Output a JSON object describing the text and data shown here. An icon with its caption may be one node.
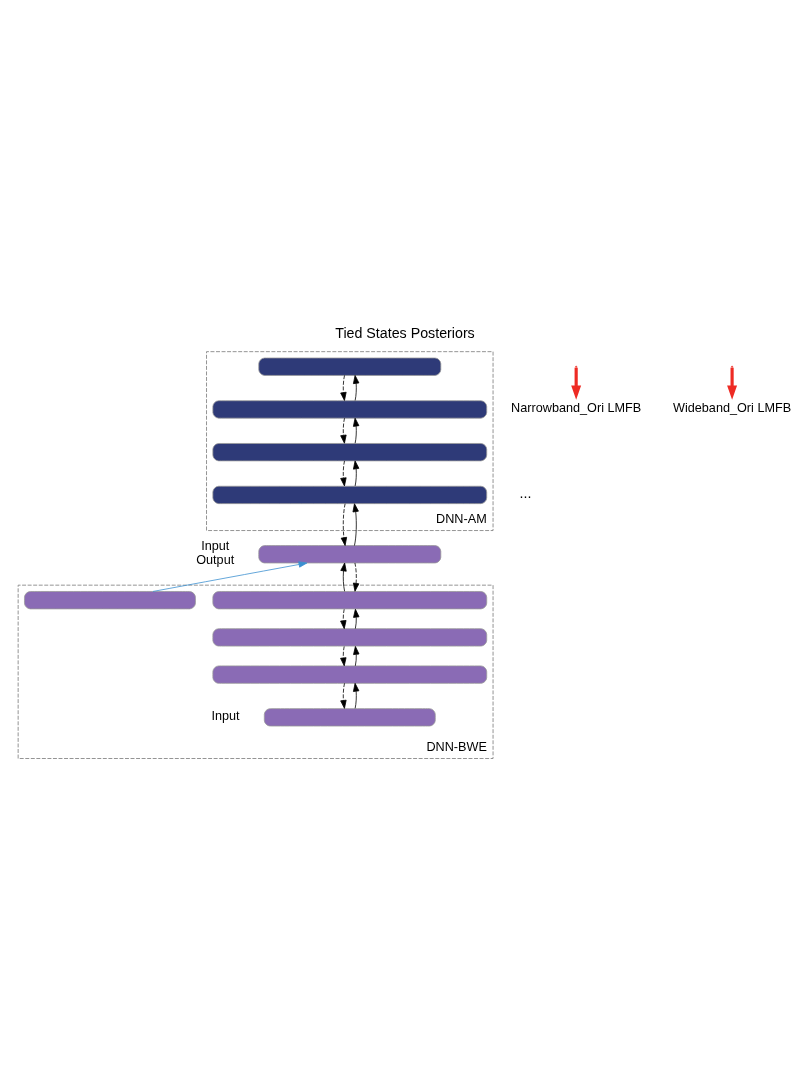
{
  "diagram": {
    "title": "Tied States Posteriors",
    "nodes": [
      {
        "text": [
          "DNN-AM"
        ]
      },
      {
        "text": [],
        "shape": "bar",
        "in": 0
      },
      {
        "text": [],
        "shape": "bar",
        "in": 0
      },
      {
        "text": [],
        "shape": "bar",
        "in": 0
      },
      {
        "text": [],
        "shape": "bar",
        "in": 0
      },
      {
        "text": [
          "DNN-BWE"
        ]
      },
      {
        "text": [],
        "shape": "bar",
        "beside": [
          "Input",
          "Output"
        ]
      },
      {
        "text": [],
        "shape": "bar",
        "in": 5
      },
      {
        "text": [],
        "shape": "bar",
        "in": 5
      },
      {
        "text": [],
        "shape": "bar",
        "in": 5
      },
      {
        "text": [],
        "shape": "bar",
        "in": 5,
        "beside": [
          "Input"
        ]
      },
      {
        "text": [],
        "shape": "bar",
        "in": 5
      },
      {
        "text": [
          "Narrowband_Ori LMFB"
        ]
      },
      {
        "text": [
          "Wideband_Ori LMFB"
        ]
      }
    ],
    "edges": [
      {
        "from": 1,
        "to": 2,
        "arrow": "to",
        "style": "dashed"
      },
      {
        "from": 2,
        "to": 1,
        "arrow": "to"
      },
      {
        "from": 2,
        "to": 3,
        "arrow": "to",
        "style": "dashed"
      },
      {
        "from": 3,
        "to": 2,
        "arrow": "to"
      },
      {
        "from": 3,
        "to": 4,
        "arrow": "to",
        "style": "dashed"
      },
      {
        "from": 4,
        "to": 3,
        "arrow": "to"
      },
      {
        "from": 4,
        "to": 6,
        "arrow": "to",
        "style": "dashed"
      },
      {
        "from": 6,
        "to": 4,
        "arrow": "to"
      },
      {
        "from": 6,
        "to": 7,
        "arrow": "to",
        "style": "dashed"
      },
      {
        "from": 7,
        "to": 6,
        "arrow": "to"
      },
      {
        "from": 7,
        "to": 8,
        "arrow": "to",
        "style": "dashed"
      },
      {
        "from": 8,
        "to": 7,
        "arrow": "to"
      },
      {
        "from": 8,
        "to": 9,
        "arrow": "to",
        "style": "dashed"
      },
      {
        "from": 9,
        "to": 8,
        "arrow": "to"
      },
      {
        "from": 9,
        "to": 10,
        "arrow": "to",
        "style": "dashed"
      },
      {
        "from": 10,
        "to": 9,
        "arrow": "to"
      },
      {
        "from": 11,
        "to": 6,
        "arrow": "to",
        "color": "#3b8fd0"
      },
      {
        "from": null,
        "to": 12,
        "arrow": "to",
        "style": "thick",
        "color": "#ee2b24"
      },
      {
        "from": null,
        "to": 13,
        "arrow": "to",
        "style": "thick",
        "color": "#ee2b24"
      }
    ],
    "labels": [
      "..."
    ]
  }
}
